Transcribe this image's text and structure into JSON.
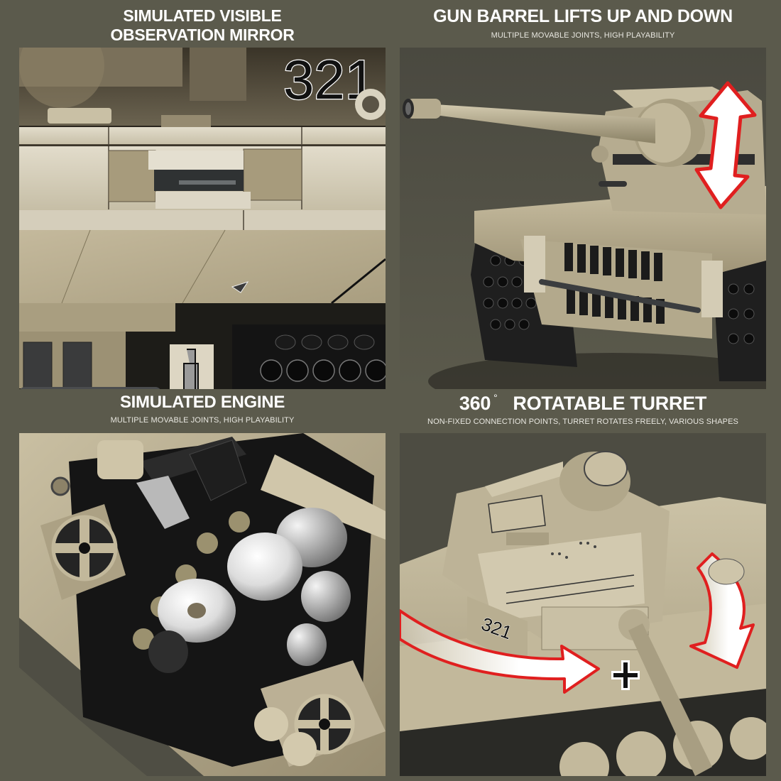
{
  "panels": {
    "top_left": {
      "title_line1": "SIMULATED VISIBLE",
      "title_line2": "OBSERVATION MIRROR",
      "subtitle": "",
      "image_alt": "Close-up of tank hull front with observation mirror slot",
      "hull_number": "321"
    },
    "top_right": {
      "title": "GUN BARREL LIFTS UP AND DOWN",
      "subtitle": "MULTIPLE MOVABLE JOINTS, HIGH PLAYABILITY",
      "image_alt": "Brick-built tank with vertical double arrow indicating barrel elevation"
    },
    "bottom_left": {
      "title": "SIMULATED ENGINE",
      "subtitle": "MULTIPLE MOVABLE JOINTS, HIGH PLAYABILITY",
      "image_alt": "Top-down view of brick-built engine compartment"
    },
    "bottom_right": {
      "title_number": "360",
      "title_degree": "°",
      "title_text": "ROTATABLE TURRET",
      "subtitle": "NON-FIXED CONNECTION POINTS, TURRET ROTATES FREELY, VARIOUS SHAPES",
      "image_alt": "Tank turret with curved arrows indicating rotation",
      "hull_number": "321",
      "insignia": "+"
    }
  },
  "colors": {
    "background": "#5b5a4c",
    "panel_bg": "#4f4e44",
    "tan": "#b5aa8d",
    "tan_light": "#d8d0b8",
    "tan_dark": "#8d8468",
    "black_brick": "#1e1e1e",
    "arrow_red": "#e01f1f",
    "arrow_white": "#ffffff",
    "text": "#ffffff"
  }
}
